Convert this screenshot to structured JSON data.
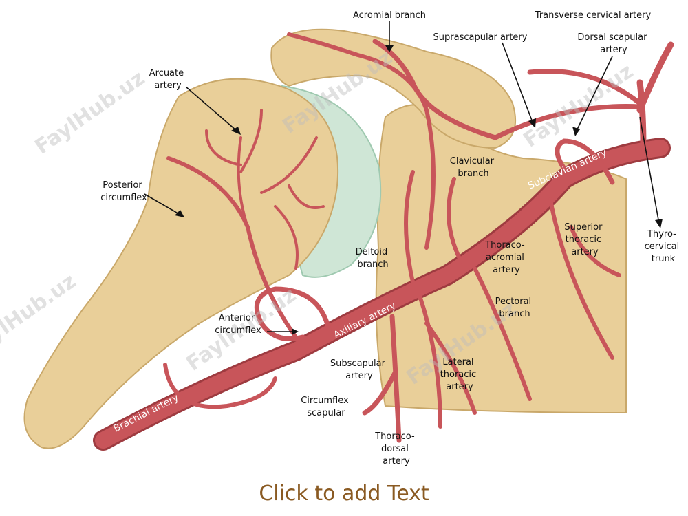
{
  "labels": {
    "acromial_branch": "Acromial branch",
    "transverse_cervical_artery": "Transverse cervical artery",
    "suprascapular_artery": "Suprascapular artery",
    "dorsal_scapular_artery": [
      "Dorsal scapular",
      "artery"
    ],
    "arcuate_artery": [
      "Arcuate",
      "artery"
    ],
    "posterior_circumflex": [
      "Posterior",
      "circumflex"
    ],
    "clavicular_branch": [
      "Clavicular",
      "branch"
    ],
    "deltoid_branch": [
      "Deltoid",
      "branch"
    ],
    "thoraco_acromial_artery": [
      "Thoraco-",
      "acromial",
      "artery"
    ],
    "superior_thoracic_artery": [
      "Superior",
      "thoracic",
      "artery"
    ],
    "thyrocervical_trunk": [
      "Thyro-",
      "cervical",
      "trunk"
    ],
    "pectoral_branch": [
      "Pectoral",
      "branch"
    ],
    "anterior_circumflex": [
      "Anterior",
      "circumflex"
    ],
    "subscapular_artery": [
      "Subscapular",
      "artery"
    ],
    "lateral_thoracic_artery": [
      "Lateral",
      "thoracic",
      "artery"
    ],
    "circumflex_scapular": [
      "Circumflex",
      "scapular"
    ],
    "thoracodorsal_artery": [
      "Thoraco-",
      "dorsal",
      "artery"
    ],
    "subclavian_artery": "Subclavian artery",
    "axillary_artery": "Axillary artery",
    "brachial_artery": "Brachial artery"
  },
  "watermark": "FaylHub.uz",
  "footer": {
    "placeholder_text": "Click to add Text"
  },
  "colors": {
    "bone": "#e9cf99",
    "bone_shadow": "#c9a86a",
    "cartilage": "#cfe6d6",
    "artery": "#c8555a",
    "artery_dark": "#9e3b40",
    "placeholder_text": "#8a5a22"
  }
}
